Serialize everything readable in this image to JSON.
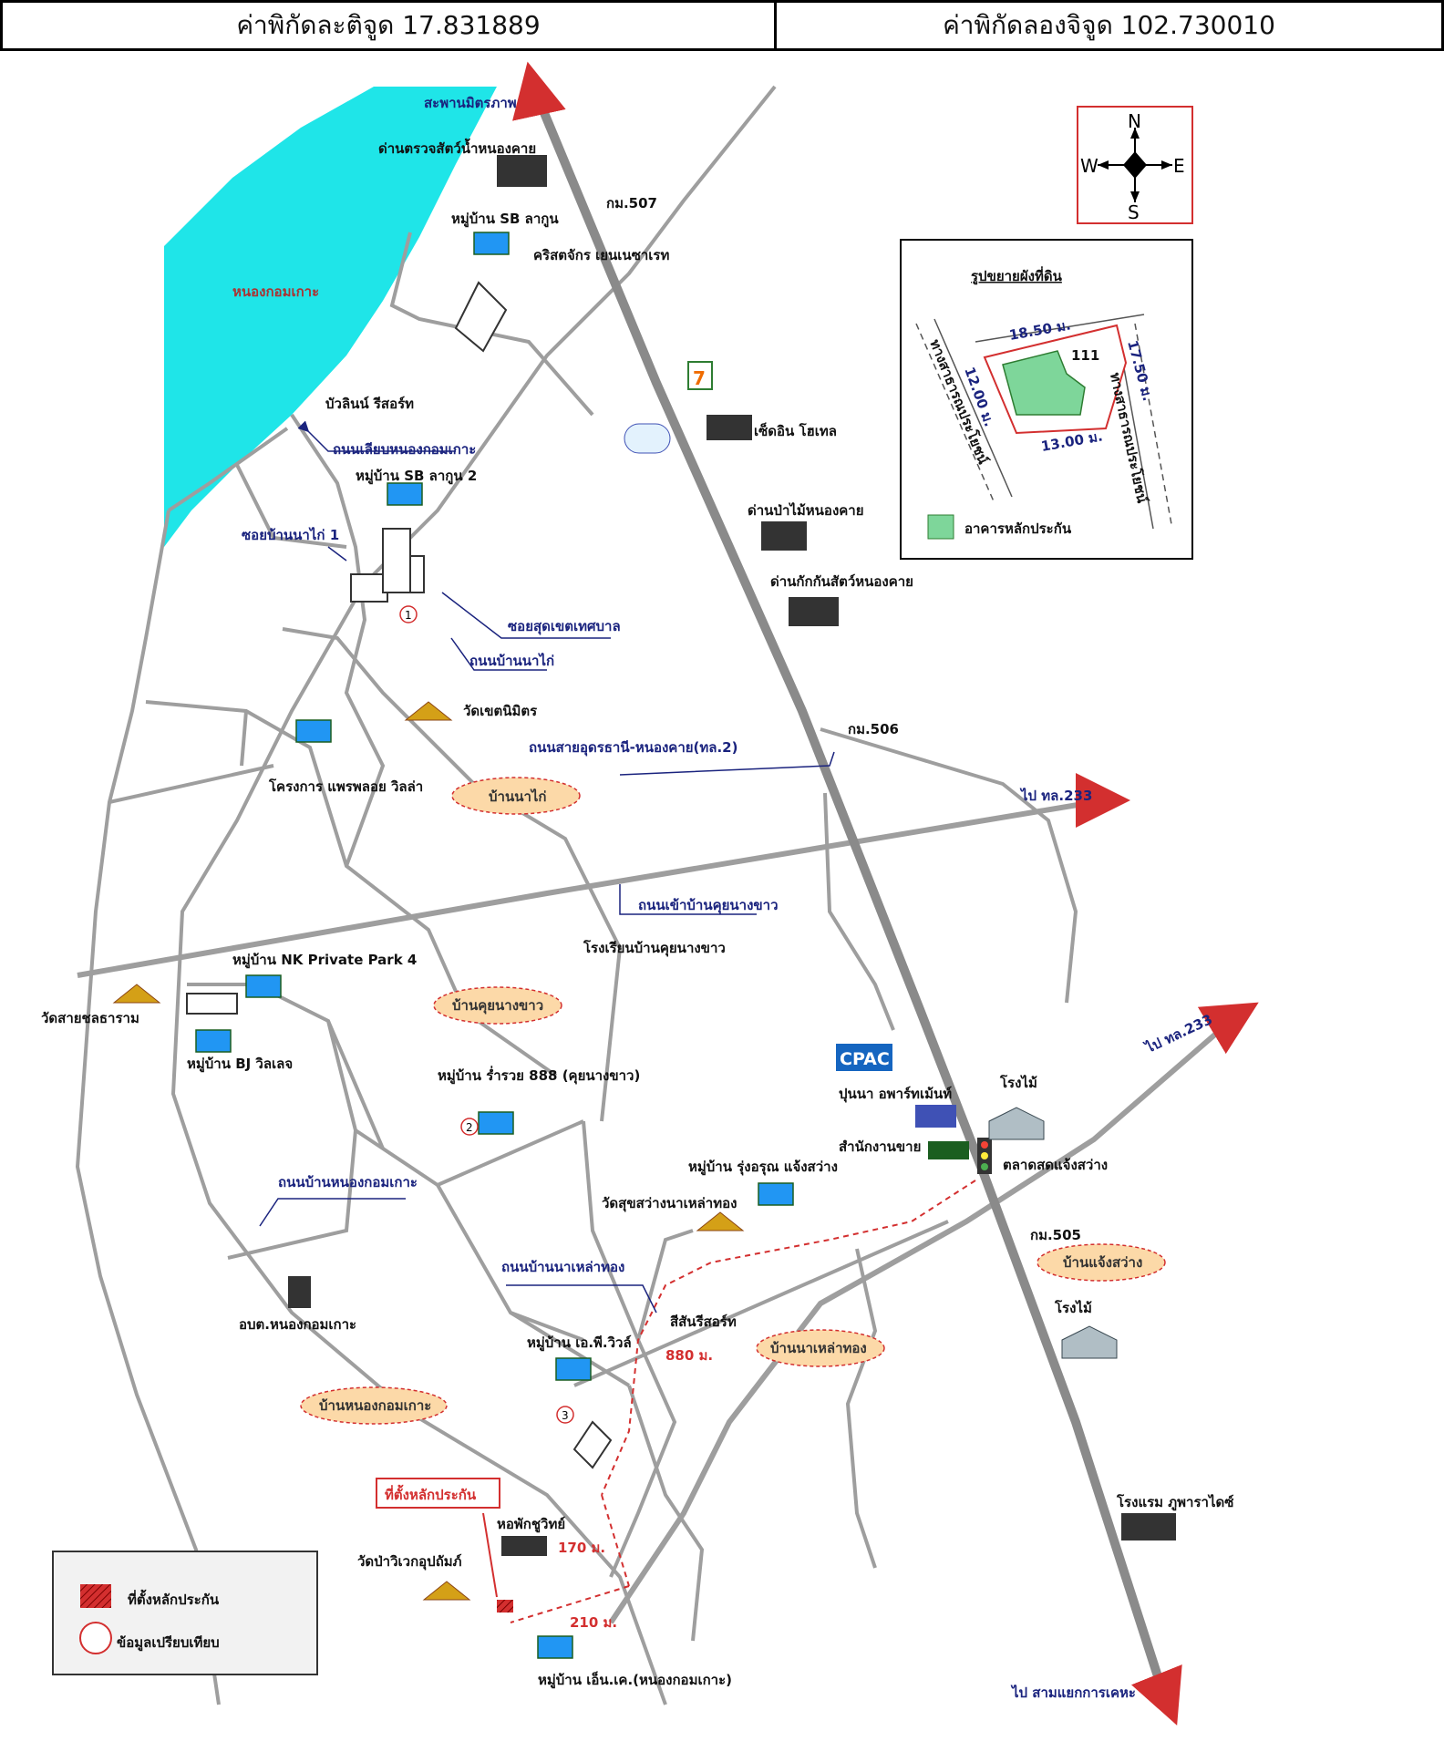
{
  "coords": {
    "lat_label": "ค่าพิกัดละติจูด 17.831889",
    "lon_label": "ค่าพิกัดลองจิจูด 102.730010"
  },
  "colors": {
    "water": "#1fe5e8",
    "road": "#9e9e9e",
    "highway": "#8a8a8a",
    "route": "#d32f2f",
    "area": "#fcd9a8"
  },
  "water": {
    "name": "หนองกอมเกาะ"
  },
  "labels": {
    "bridge": "สะพานมิตรภาพ",
    "checkpoint_fish": "ด่านตรวจสัตว์น้ำหนองคาย",
    "km507": "กม.507",
    "village_sb": "หมู่บ้าน SB ลากูน",
    "church": "คริสตจักร เยนเนซาเรท",
    "resort_bua": "บัวลินน์ รีสอร์ท",
    "road_lake": "ถนนเลียบหนองกอมเกาะ",
    "village_sb2": "หมู่บ้าน SB ลากูน 2",
    "seven_hotel": "เซ็ดอิน โฮเทล",
    "forest_check": "ด่านป่าไม้หนองคาย",
    "animal_check": "ด่านกักกันสัตว์หนองคาย",
    "soi_nakai1": "ซอยบ้านนาไก่ 1",
    "soi_end": "ซอยสุดเขตเทศบาล",
    "road_nakai": "ถนนบ้านนาไก่",
    "wat_khet": "วัดเขตนิมิตร",
    "km506": "กม.506",
    "road_main": "ถนนสายอุดรธานี-หนองคาย(ทล.2)",
    "project_prairie": "โครงการ แพรพลอย วิลล่า",
    "to_233a": "ไป ทล.233",
    "to_233b": "ไป ทล.233",
    "area_nakai": "บ้านนาไก่",
    "road_khunang": "ถนนเข้าบ้านคุยนางขาว",
    "school": "โรงเรียนบ้านคุยนางขาว",
    "nk_park": "หมู่บ้าน NK Private Park 4",
    "wat_saichon": "วัดสายชลธาราม",
    "area_khunang": "บ้านคุยนางขาว",
    "village_bj": "หมู่บ้าน BJ วิลเลจ",
    "village_888": "หมู่บ้าน ร่ำรวย 888 (คุยนางขาว)",
    "cpac": "CPAC",
    "apartment": "ปุนนา อพาร์ทเม้นท์",
    "sawmill1": "โรงไม้",
    "sales_office": "สำนักงานขาย",
    "village_rungarun": "หมู่บ้าน รุ่งอรุณ แจ้งสว่าง",
    "market": "ตลาดสดแจ้งสว่าง",
    "road_nonglake": "ถนนบ้านหนองกอมเกาะ",
    "wat_sukhsawang": "วัดสุขสว่างนาเหล่าทอง",
    "km505": "กม.505",
    "area_jaeng": "บ้านแจ้งสว่าง",
    "road_naolao": "ถนนบ้านนาเหล่าทอง",
    "sawmill2": "โรงไม้",
    "office_obt": "อบต.หนองกอมเกาะ",
    "resort_sisan": "สีสันรีสอร์ท",
    "dist_880": "880 ม.",
    "village_ap": "หมู่บ้าน เอ.พี.วิวล์",
    "area_naolao": "บ้านนาเหล่าทอง",
    "area_nongkom": "บ้านหนองกอมเกาะ",
    "collateral_box": "ที่ตั้งหลักประกัน",
    "dorm": "หอพักชูวิทย์",
    "dist_170": "170 ม.",
    "hotel_phupara": "โรงแรม ภูพาราไดซ์",
    "wat_pa": "วัดป่าวิเวกอุปถัมภ์",
    "dist_210": "210 ม.",
    "village_nk": "หมู่บ้าน เอ็น.เค.(หนองกอมเกาะ)",
    "to_junction": "ไป สามแยกการเคหะ",
    "circle_1": "1",
    "circle_2": "2",
    "circle_3": "3"
  },
  "compass": {
    "n": "N",
    "s": "S",
    "e": "E",
    "w": "W"
  },
  "inset": {
    "title": "รูปขยายผังที่ดิน",
    "dim_top": "18.50 ม.",
    "dim_right": "17.50 ม.",
    "dim_bottom": "13.00 ม.",
    "dim_left": "12.00 ม.",
    "plot_no": "111",
    "road_left": "ทางสาธารณประโยชน์",
    "road_right": "ทางสาธารณประโยชน์",
    "legend": "อาคารหลักประกัน"
  },
  "legend": {
    "collateral": "ที่ตั้งหลักประกัน",
    "comparison": "ข้อมูลเปรียบเทียบ"
  }
}
